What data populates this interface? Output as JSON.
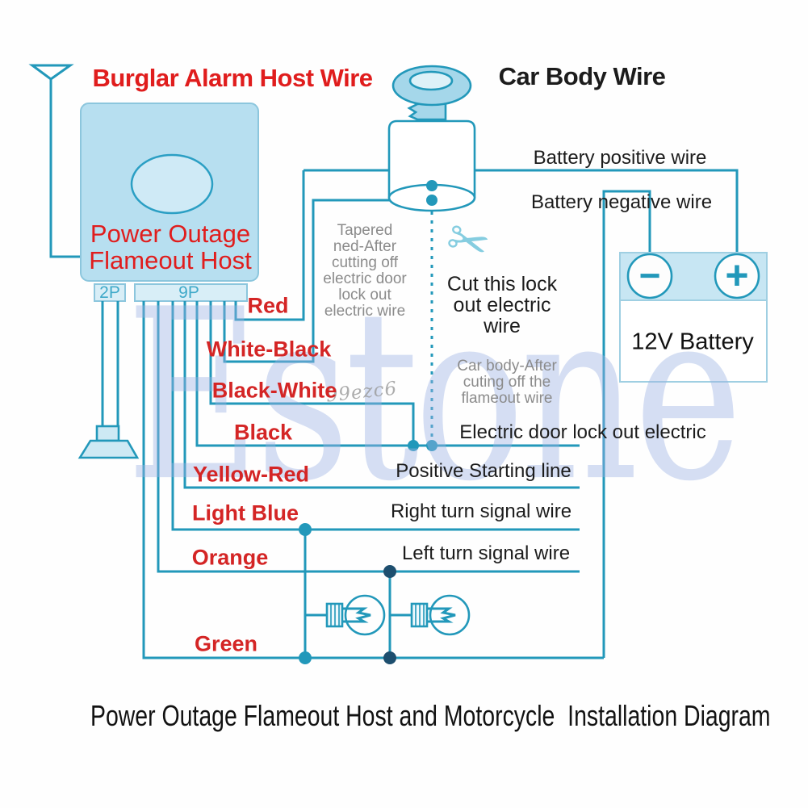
{
  "header": {
    "left_title": "Burglar Alarm Host Wire",
    "right_title": "Car Body Wire"
  },
  "host": {
    "name_line1": "Power Outage",
    "name_line2": "Flameout Host",
    "connector_small": "2P",
    "connector_large": "9P"
  },
  "wires": {
    "red": "Red",
    "white_black": "White-Black",
    "black_white": "Black-White",
    "black": "Black",
    "yellow_red": "Yellow-Red",
    "light_blue": "Light Blue",
    "orange": "Orange",
    "green": "Green"
  },
  "lines": {
    "battery_positive": "Battery positive wire",
    "battery_negative": "Battery negative wire",
    "electric_door": "Electric door lock out electric",
    "positive_starting": "Positive Starting line",
    "right_turn": "Right turn signal wire",
    "left_turn": "Left turn signal wire"
  },
  "notes": {
    "tapered_lines": [
      "Tapered",
      "ned-After",
      "cutting off",
      "electric door",
      "lock out",
      "electric wire"
    ],
    "cut_lines": [
      "Cut this lock",
      "out electric",
      "wire"
    ],
    "car_body_lines": [
      "Car body-After",
      "cuting off the",
      "flameout wire"
    ]
  },
  "battery": {
    "label": "12V Battery",
    "minus_symbol": "−",
    "plus_symbol": "+"
  },
  "icons": {
    "scissors": "✂"
  },
  "watermarks": {
    "large": "Estone",
    "small": "99ezc6"
  },
  "footer": {
    "title": "Power Outage Flameout Host and Motorcycle  Installation Diagram"
  },
  "colors": {
    "wire": "#2298ba",
    "shape_fill": "#b7dff0",
    "shape_fill_light": "#d8eef7",
    "red_text": "#d42525",
    "red_title": "#e01d1d",
    "gray_text": "#8b8b8b",
    "black_text": "#1c1c1c",
    "watermark": "#9db4e4",
    "scissors": "#85cde0",
    "dot_dark": "#1d4e6e"
  }
}
